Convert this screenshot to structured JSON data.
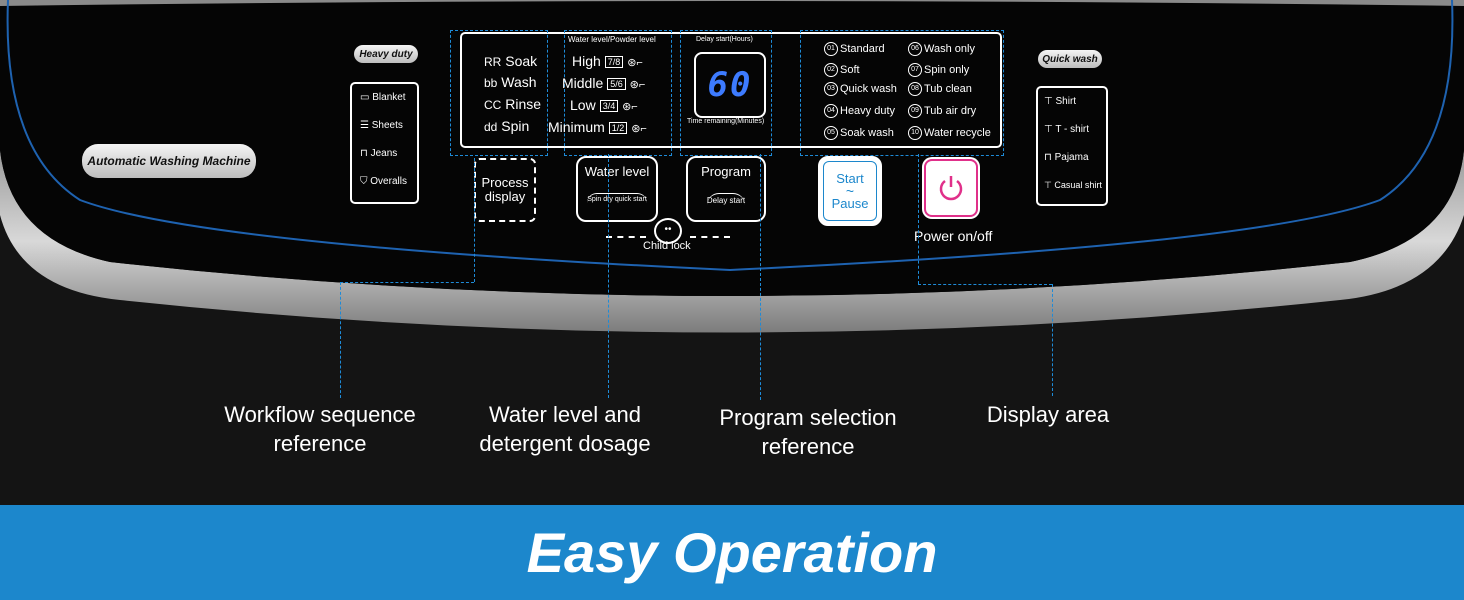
{
  "panel": {
    "brand": "Automatic Washing Machine",
    "heavy_duty": {
      "title": "Heavy duty",
      "items": [
        "Blanket",
        "Sheets",
        "Jeans",
        "Overalls"
      ]
    },
    "quick_wash": {
      "title": "Quick wash",
      "items": [
        "Shirt",
        "T - shirt",
        "Pajama",
        "Casual shirt"
      ]
    },
    "process": {
      "items": [
        {
          "code": "RR",
          "label": "Soak"
        },
        {
          "code": "bb",
          "label": "Wash"
        },
        {
          "code": "CC",
          "label": "Rinse"
        },
        {
          "code": "dd",
          "label": "Spin"
        }
      ]
    },
    "water_level": {
      "header": "Water level/Powder level",
      "items": [
        {
          "label": "High",
          "ratio": "7/8"
        },
        {
          "label": "Middle",
          "ratio": "5/6"
        },
        {
          "label": "Low",
          "ratio": "3/4"
        },
        {
          "label": "Minimum",
          "ratio": "1/2"
        }
      ]
    },
    "display": {
      "top": "Delay start(Hours)",
      "value": "60",
      "bottom": "Time remaining(Minutes)"
    },
    "programs": [
      {
        "num": "01",
        "label": "Standard"
      },
      {
        "num": "02",
        "label": "Soft"
      },
      {
        "num": "03",
        "label": "Quick wash"
      },
      {
        "num": "04",
        "label": "Heavy duty"
      },
      {
        "num": "05",
        "label": "Soak wash"
      },
      {
        "num": "06",
        "label": "Wash only"
      },
      {
        "num": "07",
        "label": "Spin only"
      },
      {
        "num": "08",
        "label": "Tub clean"
      },
      {
        "num": "09",
        "label": "Tub air dry"
      },
      {
        "num": "10",
        "label": "Water recycle"
      }
    ],
    "buttons": {
      "process_display": "Process display",
      "water_level": "Water level",
      "water_level_sub": "Spin dry quick start",
      "program": "Program",
      "program_sub": "Delay start",
      "start": "Start",
      "pause": "Pause",
      "power": "Power on/off",
      "child_lock": "Child lock"
    }
  },
  "callouts": {
    "workflow": "Workflow sequence reference",
    "water": "Water level and detergent dosage",
    "program": "Program selection reference",
    "display": "Display area"
  },
  "banner": "Easy Operation",
  "colors": {
    "accent": "#1c87cc",
    "dash": "#1e8bd8",
    "power": "#e0308a"
  }
}
